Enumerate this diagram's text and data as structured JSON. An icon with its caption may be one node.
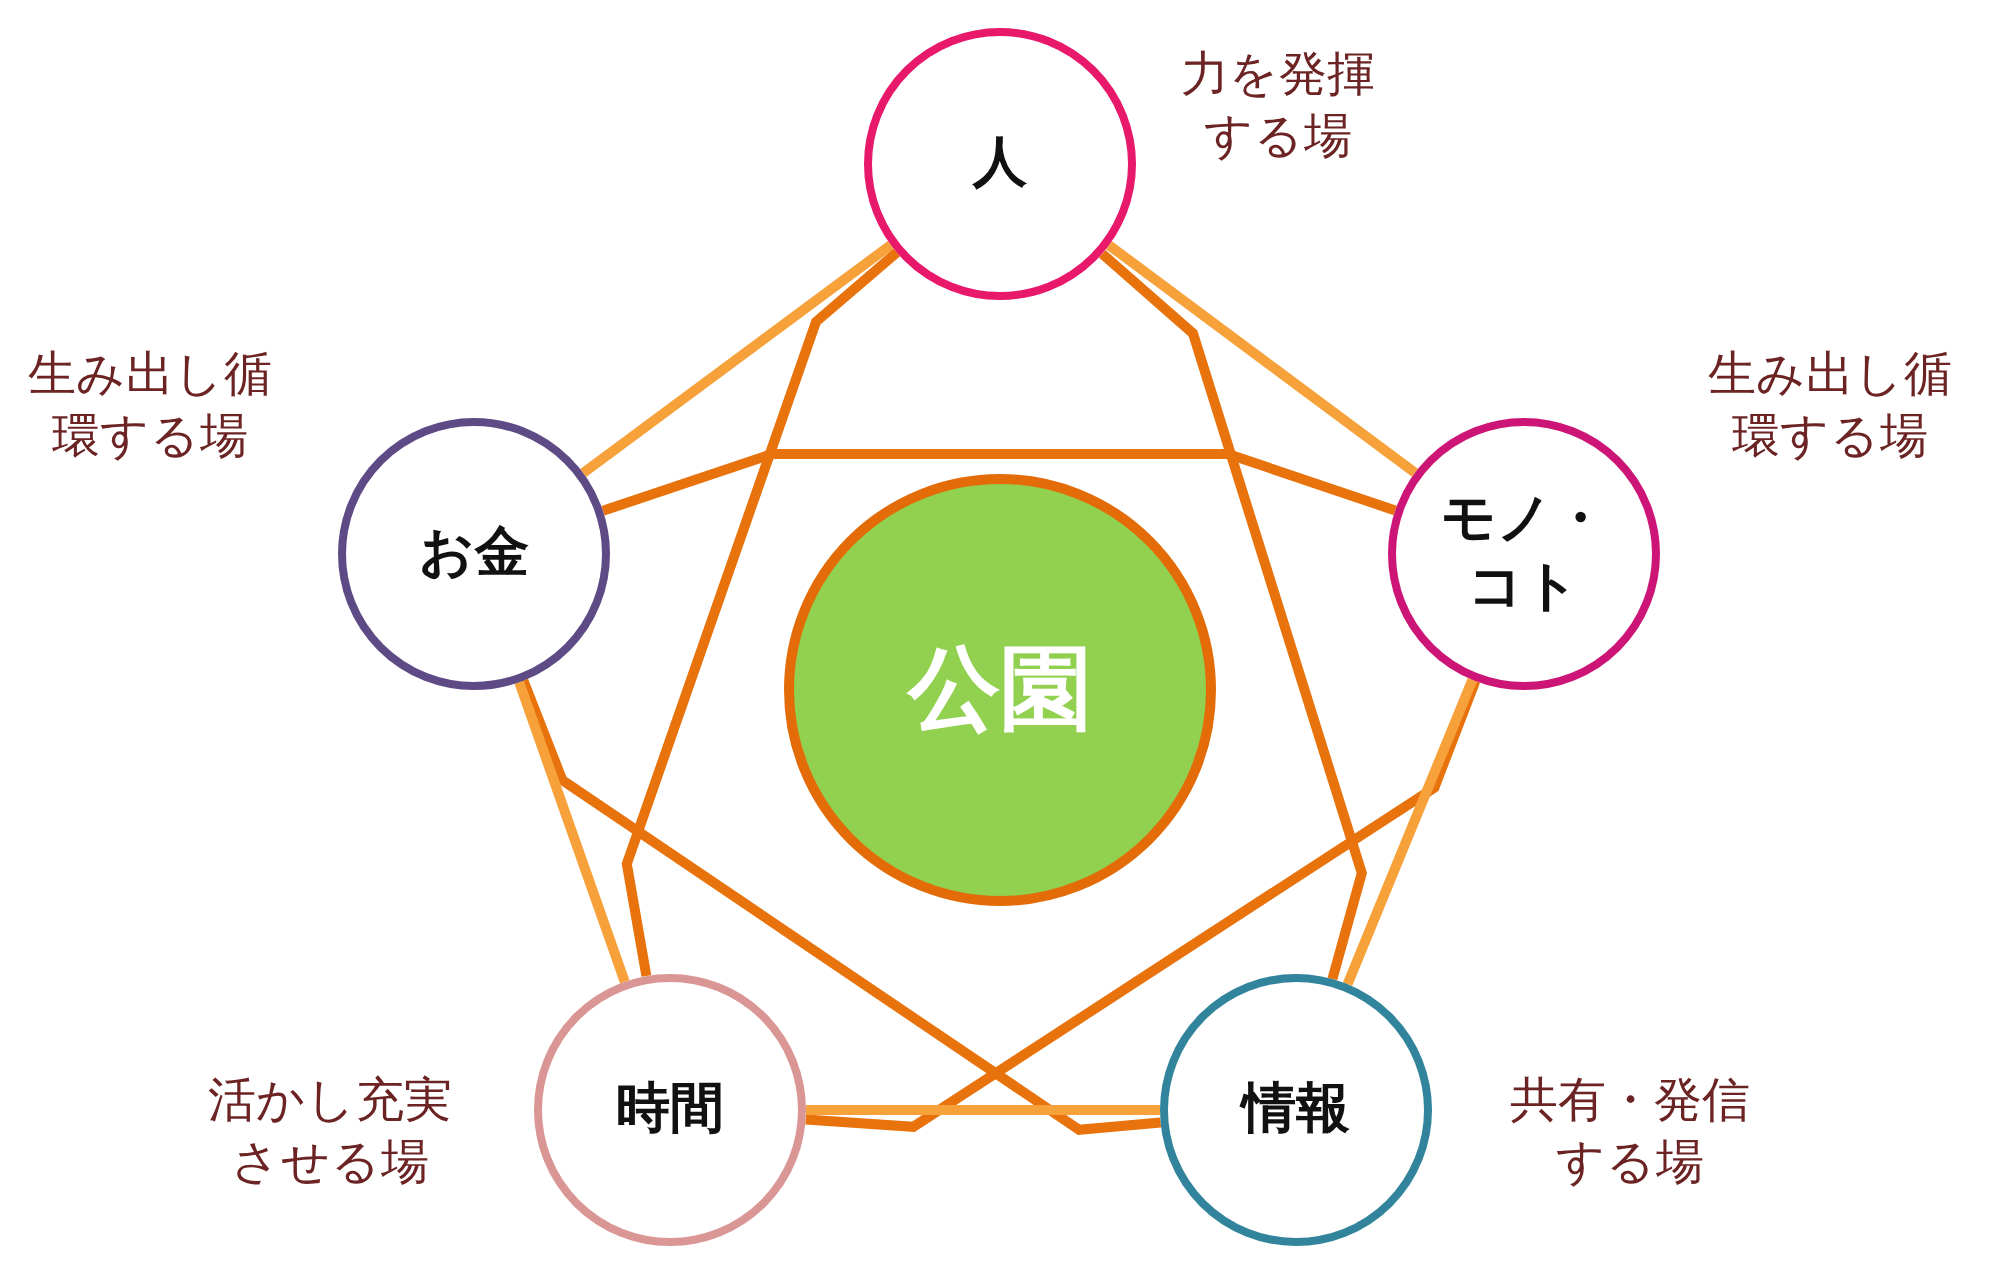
{
  "diagram": {
    "nodes": [
      {
        "text": [
          "人"
        ],
        "beside": [
          "力を発揮する場"
        ]
      },
      {
        "text": [
          "お金"
        ],
        "beside": [
          "生み出し循環する場"
        ]
      },
      {
        "text": [
          "モノ・コト"
        ],
        "beside": [
          "生み出し循環する場"
        ]
      },
      {
        "text": [
          "公園"
        ]
      },
      {
        "text": [
          "時間"
        ],
        "beside": [
          "活かし充実させる場"
        ]
      },
      {
        "text": [
          "情報"
        ],
        "beside": [
          "共有・発信する場"
        ]
      }
    ],
    "edges": [
      {
        "from": 0,
        "to": 1,
        "arrow": "none",
        "color": "#f7a13a"
      },
      {
        "from": 0,
        "to": 2,
        "arrow": "none",
        "color": "#f7a13a"
      },
      {
        "from": 1,
        "to": 4,
        "arrow": "none",
        "color": "#f7a13a"
      },
      {
        "from": 2,
        "to": 5,
        "arrow": "none",
        "color": "#f7a13a"
      },
      {
        "from": 4,
        "to": 5,
        "arrow": "none",
        "color": "#f7a13a"
      },
      {
        "from": 0,
        "to": 4,
        "arrow": "none"
      },
      {
        "from": 0,
        "to": 5,
        "arrow": "none"
      },
      {
        "from": 1,
        "to": 2,
        "arrow": "none"
      },
      {
        "from": 1,
        "to": 5,
        "arrow": "none"
      },
      {
        "from": 2,
        "to": 4,
        "arrow": "none"
      }
    ]
  }
}
